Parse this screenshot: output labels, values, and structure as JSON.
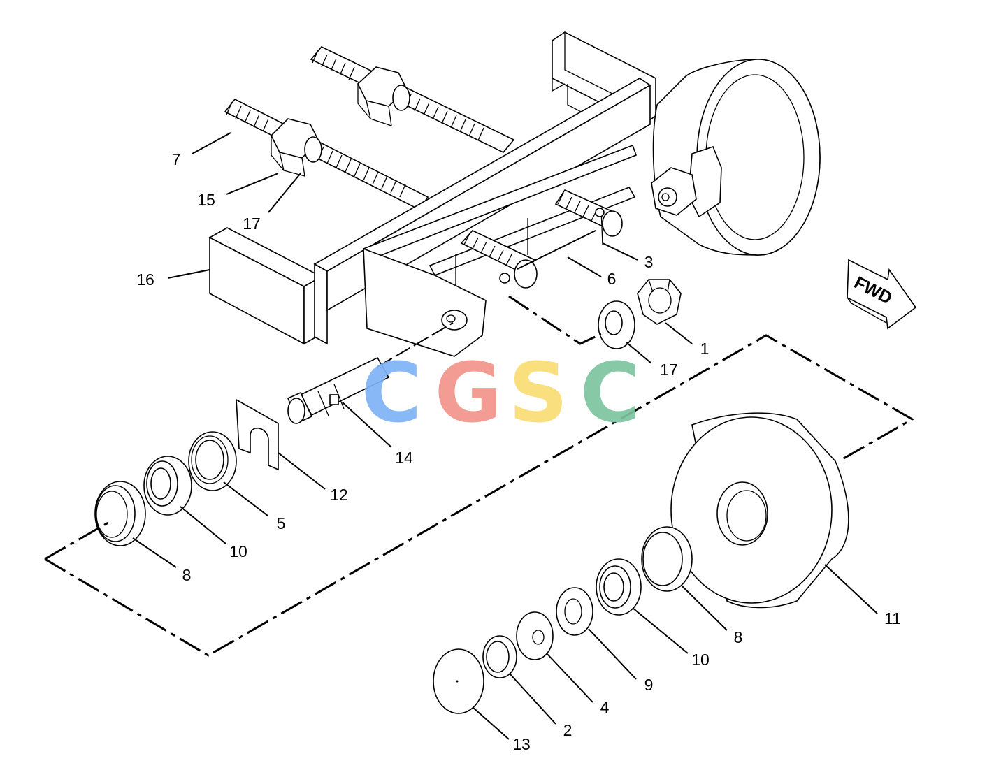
{
  "callouts": [
    "7",
    "15",
    "17",
    "16",
    "3",
    "6",
    "1",
    "17",
    "14",
    "12",
    "5",
    "10",
    "8",
    "11",
    "8",
    "10",
    "9",
    "4",
    "2",
    "13"
  ],
  "fwd_label": "FWD",
  "watermark": {
    "letters": [
      {
        "char": "C",
        "color": "#7fb2f5"
      },
      {
        "char": "G",
        "color": "#f1948a"
      },
      {
        "char": "S",
        "color": "#f9dc72"
      },
      {
        "char": "C",
        "color": "#7dc4a0"
      }
    ]
  }
}
